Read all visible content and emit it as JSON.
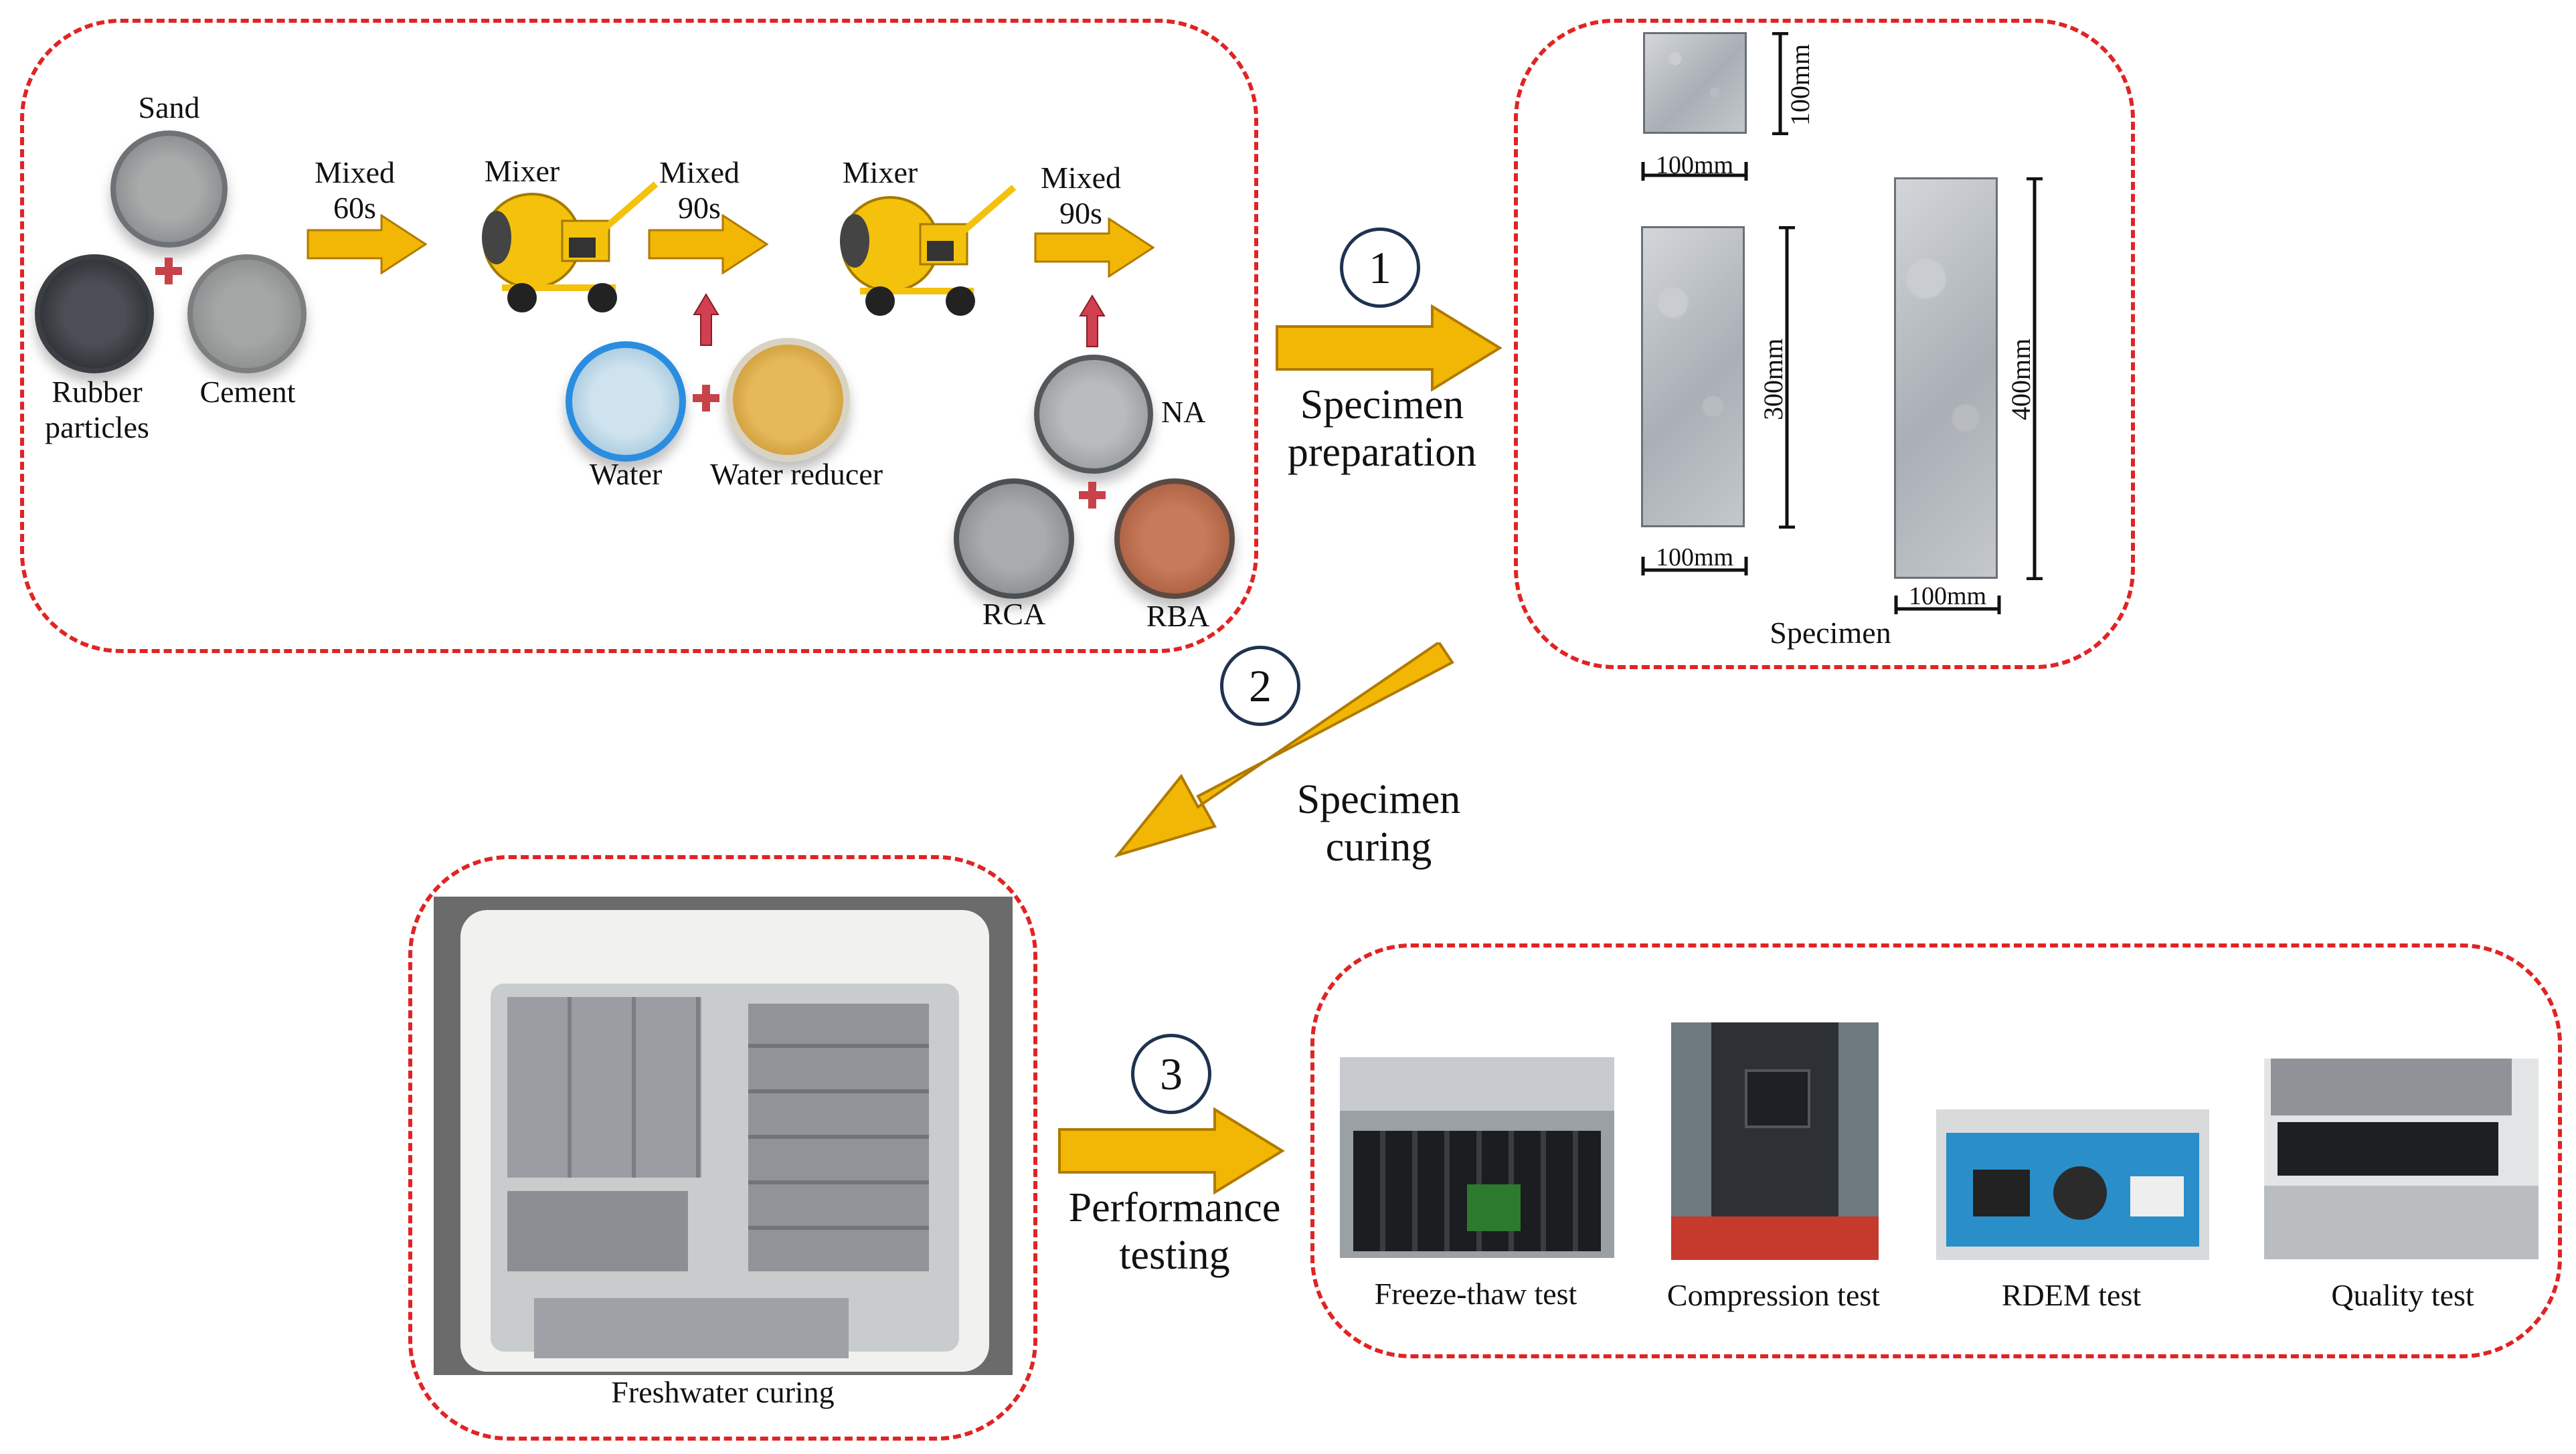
{
  "stage1": {
    "inputs": {
      "sand": "Sand",
      "rubber": "Rubber\nparticles",
      "cement": "Cement",
      "water": "Water",
      "water_reducer": "Water reducer",
      "na": "NA",
      "rca": "RCA",
      "rba": "RBA"
    },
    "steps": {
      "mixed1": "Mixed\n60s",
      "mixer1": "Mixer",
      "mixed2": "Mixed\n90s",
      "mixer2": "Mixer",
      "mixed3": "Mixed\n90s"
    }
  },
  "arrows": {
    "a1_num": "1",
    "a1_label": "Specimen\npreparation",
    "a2_num": "2",
    "a2_label": "Specimen\ncuring",
    "a3_num": "3",
    "a3_label": "Performance\ntesting"
  },
  "specimen_panel": {
    "dim_small_h": "100mm",
    "dim_small_w": "100mm",
    "dim_mid_h": "300mm",
    "dim_mid_w": "100mm",
    "dim_tall_h": "400mm",
    "dim_tall_w": "100mm",
    "caption": "Specimen"
  },
  "curing_panel": {
    "caption": "Freshwater curing"
  },
  "tests_panel": {
    "freeze": "Freeze-thaw test",
    "compression": "Compression test",
    "rdem": "RDEM test",
    "quality": "Quality test"
  },
  "colors": {
    "dash": "#e02424",
    "arrow_fill": "#f2b705",
    "arrow_stroke": "#b07a00",
    "up_arrow": "#d04050",
    "plus": "#c8424a",
    "mixer": "#f4c20d"
  }
}
